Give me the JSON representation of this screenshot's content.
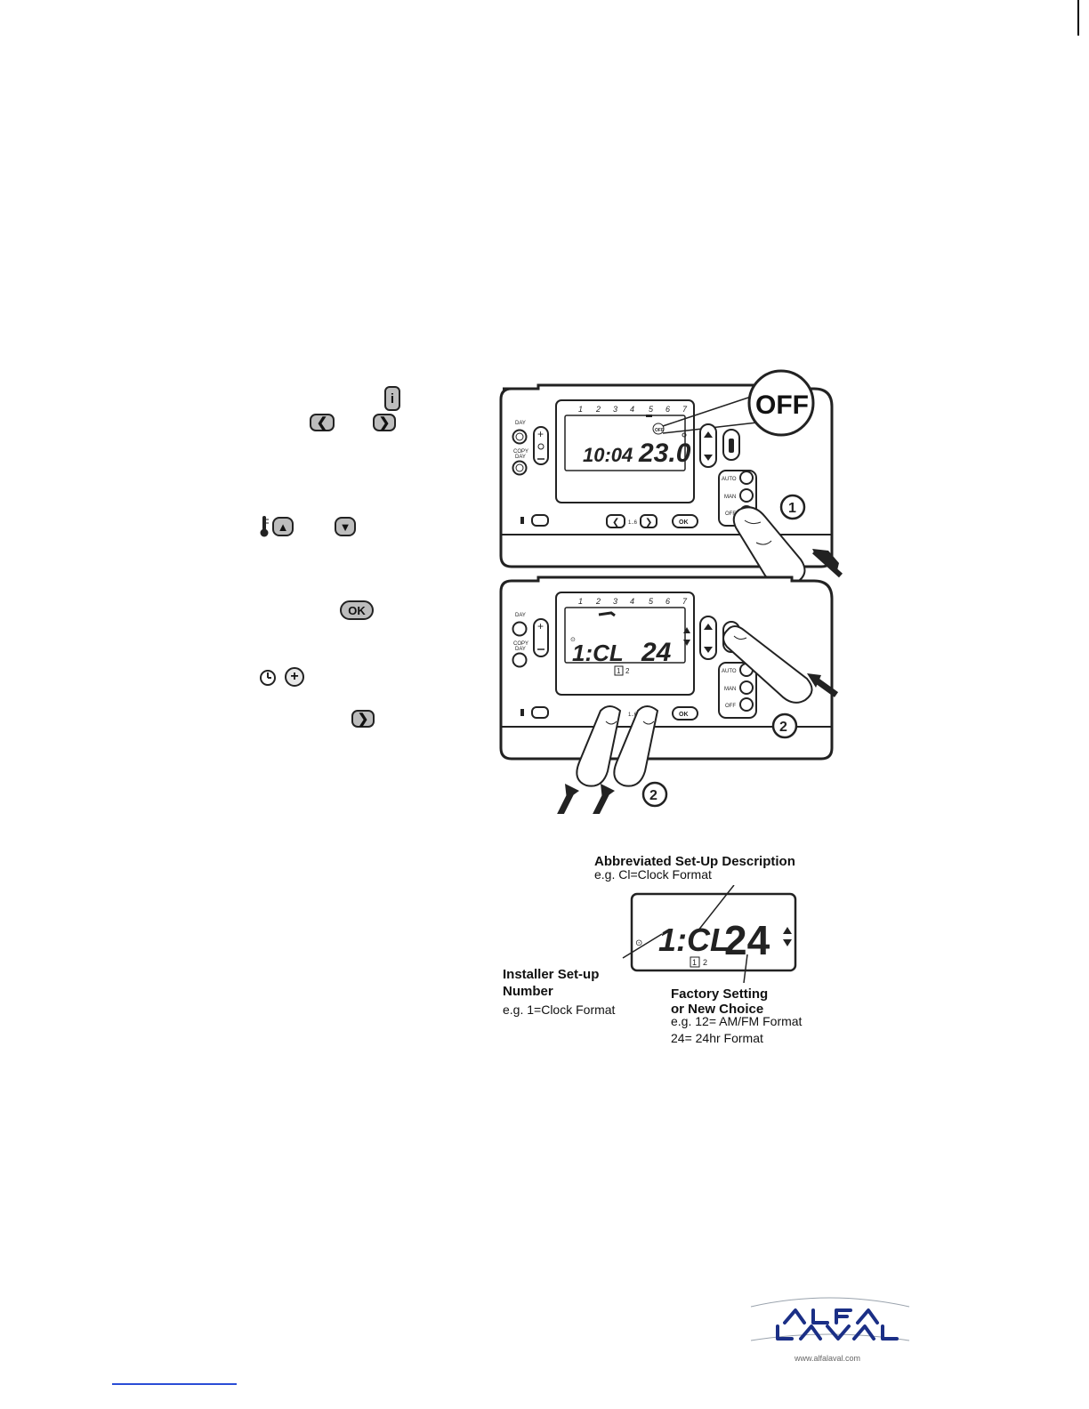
{
  "inline_icons": {
    "info": "i",
    "left": "❮",
    "right": "❯",
    "up": "▲",
    "down": "▼",
    "ok": "OK",
    "plus": "+",
    "thermometer": "thermometer-icon",
    "clock": "clock-icon"
  },
  "thermostat": {
    "days": [
      "1",
      "2",
      "3",
      "4",
      "5",
      "6",
      "7"
    ],
    "day_label": "DAY",
    "copy_label_1": "COPY",
    "copy_label_2": "DAY",
    "auto_label": "AUTO",
    "man_label": "MAN",
    "off_label": "OFF",
    "ok_label": "OK",
    "nav_mid": "1..6",
    "top_time": "10:04",
    "top_temp": "23.0",
    "bottom_setup": "1:CL",
    "bottom_value": "24",
    "bottom_index_box": "1",
    "bottom_index_2": "2",
    "callout": "OFF",
    "step1": "1",
    "step2": "2"
  },
  "annotation": {
    "title": "Abbreviated Set-Up Description",
    "title_sub": "e.g. Cl=Clock Format",
    "lcd_setup": "1:CL",
    "lcd_value": "24",
    "lcd_index_box": "1",
    "lcd_index_2": "2",
    "left_title_1": "Installer Set-up",
    "left_title_2": "Number",
    "left_sub": "e.g. 1=Clock Format",
    "right_title_1": "Factory Setting",
    "right_title_2": "or New Choice",
    "right_sub_1": "e.g. 12= AM/FM Format",
    "right_sub_2": "24= 24hr Format"
  },
  "logo": {
    "text": "ALFA LAVAL",
    "url": "www.alfalaval.com"
  }
}
